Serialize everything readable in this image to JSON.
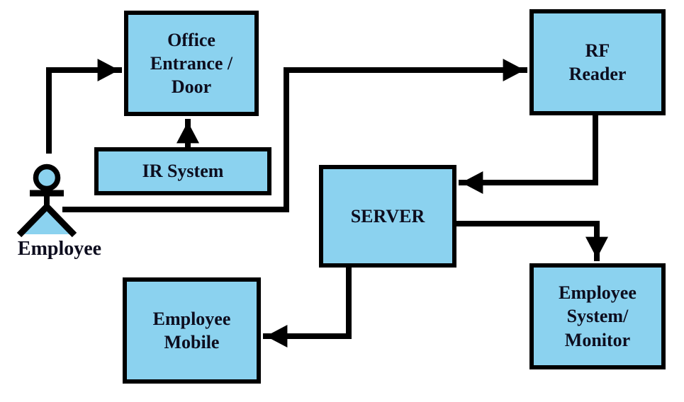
{
  "diagram": {
    "type": "block-flow-diagram",
    "colors": {
      "background": "#ffffff",
      "node_fill": "#8BD2EF",
      "line": "#000000",
      "text": "#0d0d1e"
    },
    "actor": {
      "label": "Employee"
    },
    "nodes": [
      {
        "id": "office_entrance",
        "label": "Office\nEntrance /\nDoor"
      },
      {
        "id": "ir_system",
        "label": "IR System"
      },
      {
        "id": "rf_reader",
        "label": "RF\nReader"
      },
      {
        "id": "server",
        "label": "SERVER"
      },
      {
        "id": "employee_mobile",
        "label": "Employee\nMobile"
      },
      {
        "id": "employee_system_monitor",
        "label": "Employee\nSystem/\nMonitor"
      }
    ],
    "edges": [
      {
        "from": "employee",
        "to": "office_entrance"
      },
      {
        "from": "ir_system",
        "to": "office_entrance"
      },
      {
        "from": "employee",
        "to": "rf_reader"
      },
      {
        "from": "rf_reader",
        "to": "server"
      },
      {
        "from": "server",
        "to": "employee_system_monitor"
      },
      {
        "from": "server",
        "to": "employee_mobile"
      }
    ]
  }
}
